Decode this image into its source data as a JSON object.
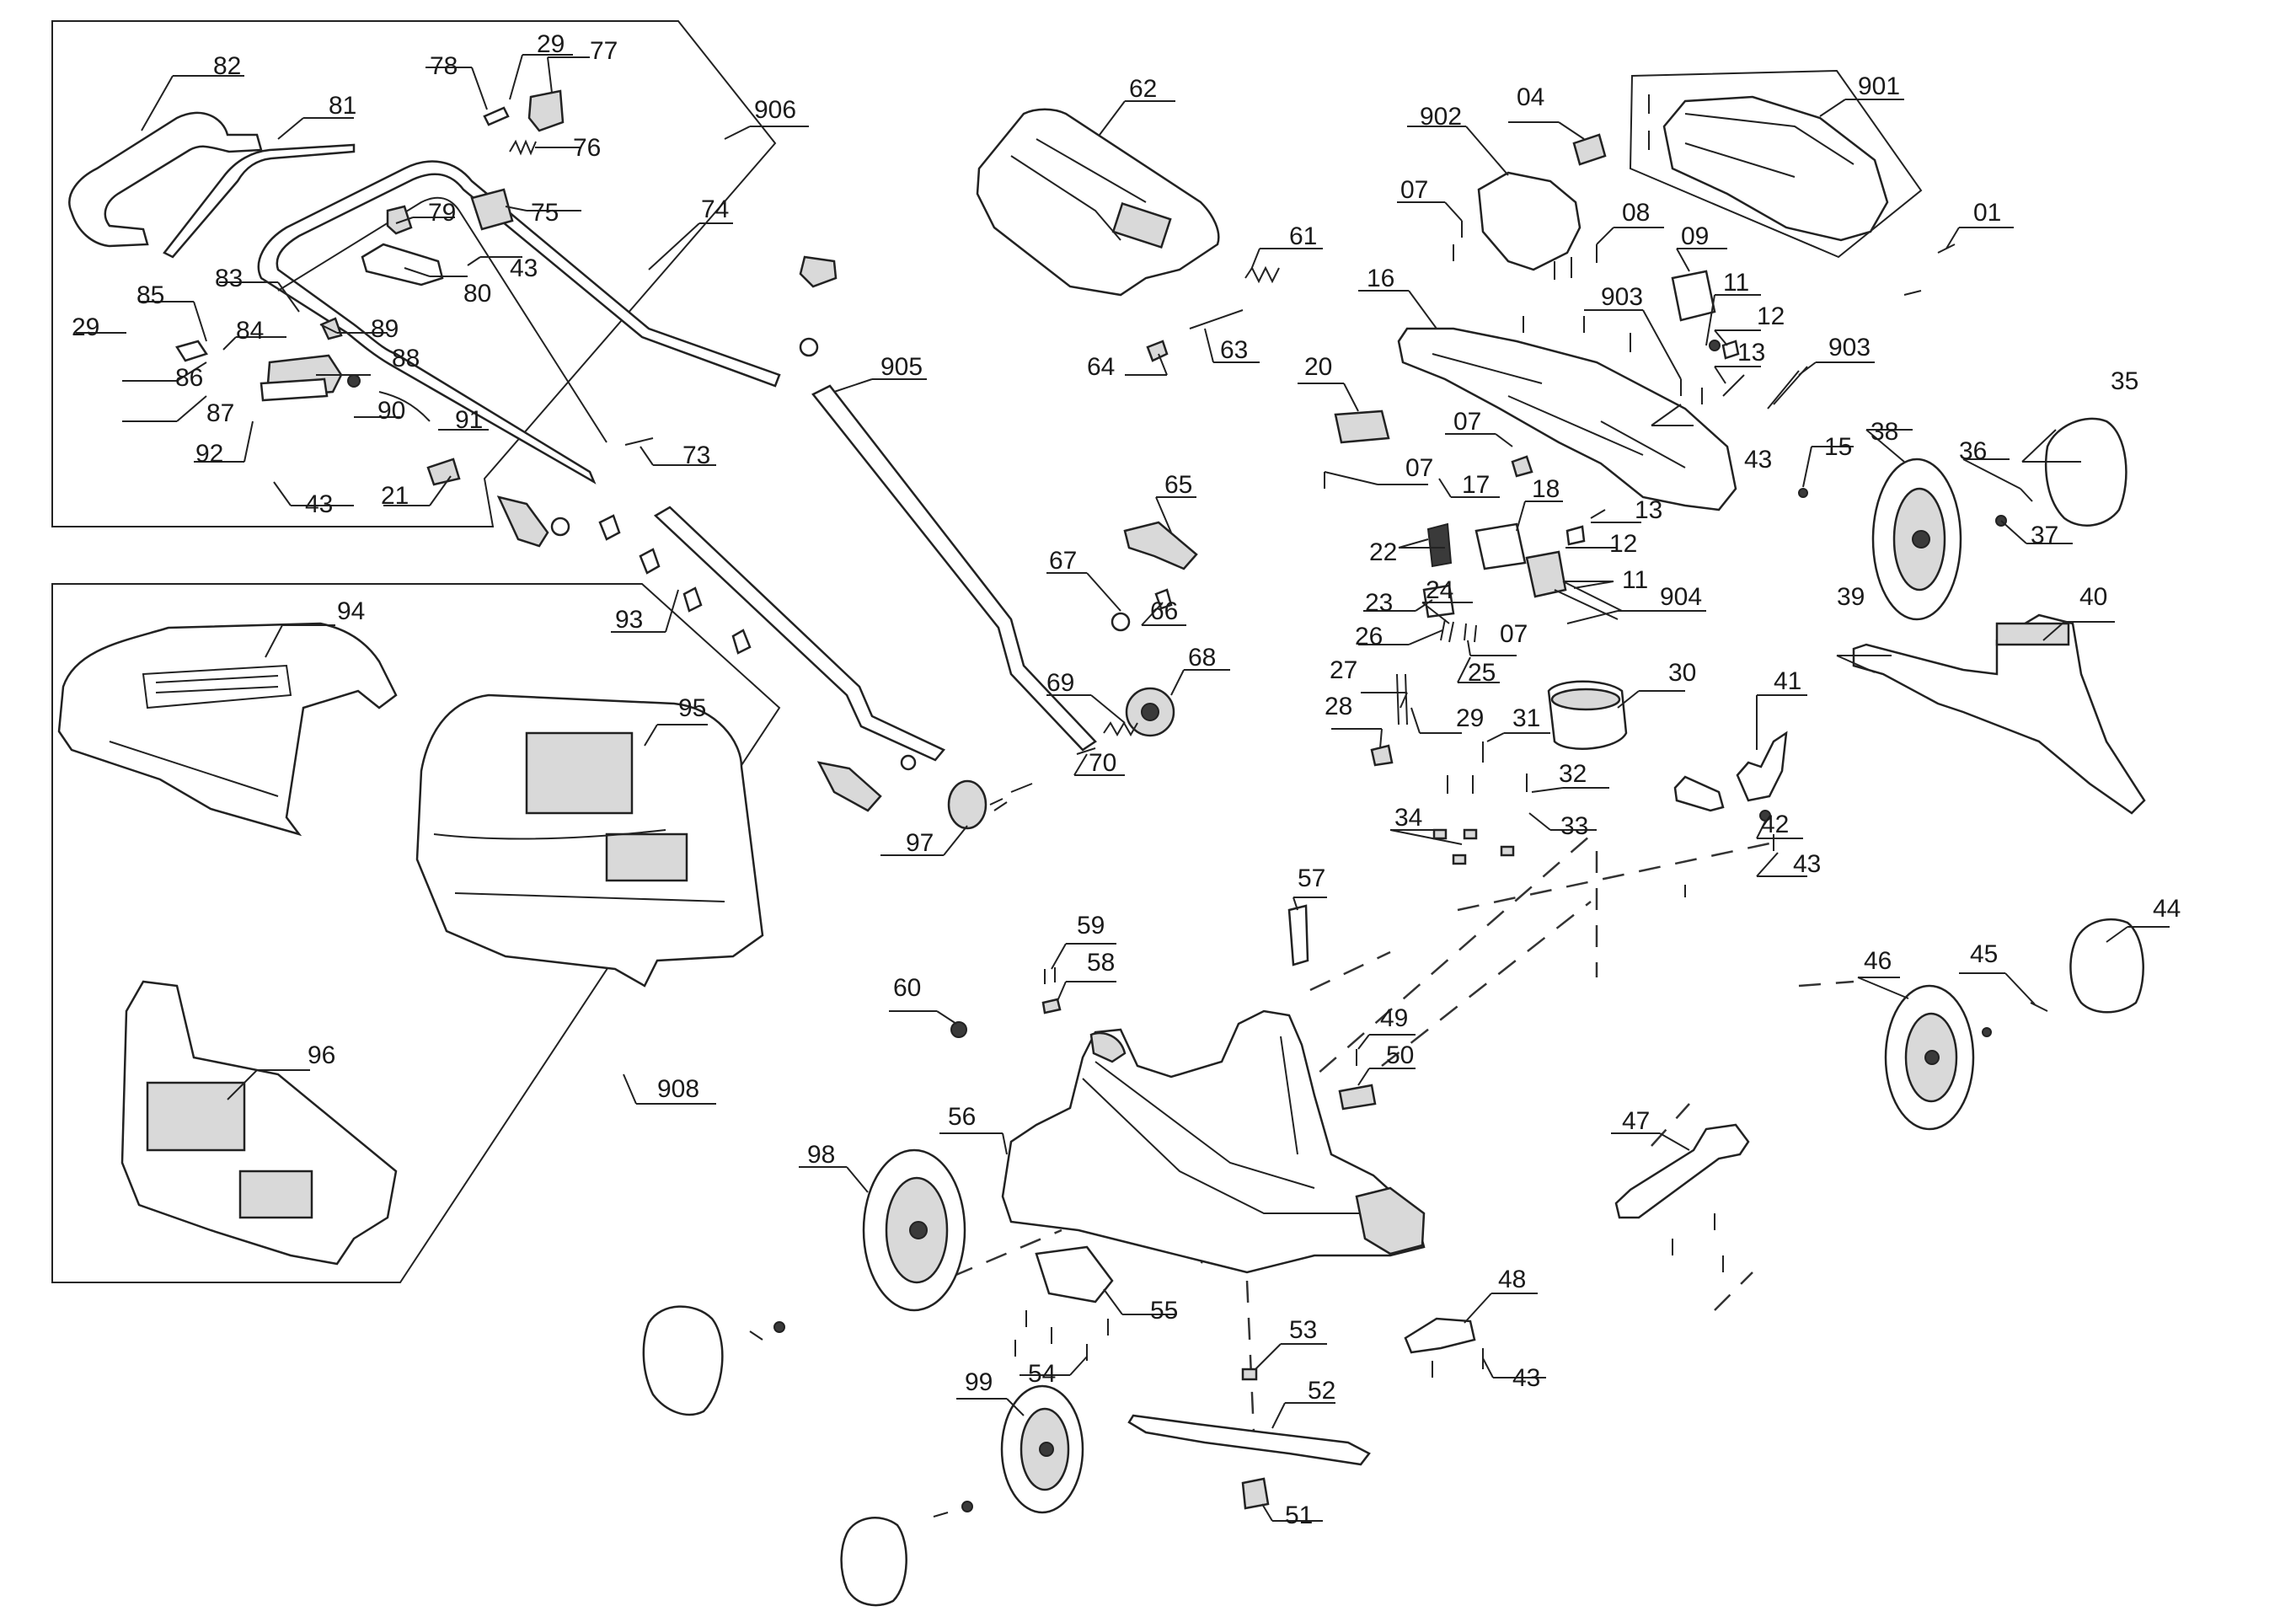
{
  "diagram": {
    "groups": [
      "906",
      "908",
      "901",
      "902",
      "903",
      "904",
      "905"
    ],
    "labels": {
      "p82": "82",
      "p81": "81",
      "p78": "78",
      "p29a": "29",
      "p77": "77",
      "p76": "76",
      "p906": "906",
      "p74": "74",
      "p75": "75",
      "p79": "79",
      "p43a": "43",
      "p80": "80",
      "p83": "83",
      "p85": "85",
      "p29b": "29",
      "p84": "84",
      "p89": "89",
      "p86": "86",
      "p88": "88",
      "p87": "87",
      "p90": "90",
      "p91": "91",
      "p92": "92",
      "p43b": "43",
      "p21": "21",
      "p73": "73",
      "p62": "62",
      "p61": "61",
      "p64": "64",
      "p63": "63",
      "p905": "905",
      "p902": "902",
      "p04": "04",
      "p901": "901",
      "p07a": "07",
      "p08": "08",
      "p09": "09",
      "p01": "01",
      "p16": "16",
      "p903a": "903",
      "p11a": "11",
      "p12a": "12",
      "p13a": "13",
      "p903b": "903",
      "p20": "20",
      "p07b": "07",
      "p07c": "07",
      "p17": "17",
      "p18": "18",
      "p43c": "43",
      "p15": "15",
      "p38": "38",
      "p36": "36",
      "p35": "35",
      "p13b": "13",
      "p12b": "12",
      "p37": "37",
      "p22": "22",
      "p11b": "11",
      "p904": "904",
      "p23": "23",
      "p24": "24",
      "p26": "26",
      "p07d": "07",
      "p25": "25",
      "p39": "39",
      "p40": "40",
      "p27": "27",
      "p30": "30",
      "p41": "41",
      "p28": "28",
      "p29c": "29",
      "p31": "31",
      "p32": "32",
      "p34": "34",
      "p33": "33",
      "p42": "42",
      "p43d": "43",
      "p65": "65",
      "p67": "67",
      "p66": "66",
      "p68": "68",
      "p69": "69",
      "p70": "70",
      "p93": "93",
      "p97": "97",
      "p94": "94",
      "p95": "95",
      "p96": "96",
      "p908": "908",
      "p57": "57",
      "p59": "59",
      "p58": "58",
      "p60": "60",
      "p49": "49",
      "p50": "50",
      "p44": "44",
      "p45": "45",
      "p46": "46",
      "p56": "56",
      "p98": "98",
      "p47": "47",
      "p48": "48",
      "p43e": "43",
      "p55": "55",
      "p53": "53",
      "p54": "54",
      "p52": "52",
      "p99": "99",
      "p51": "51"
    }
  }
}
